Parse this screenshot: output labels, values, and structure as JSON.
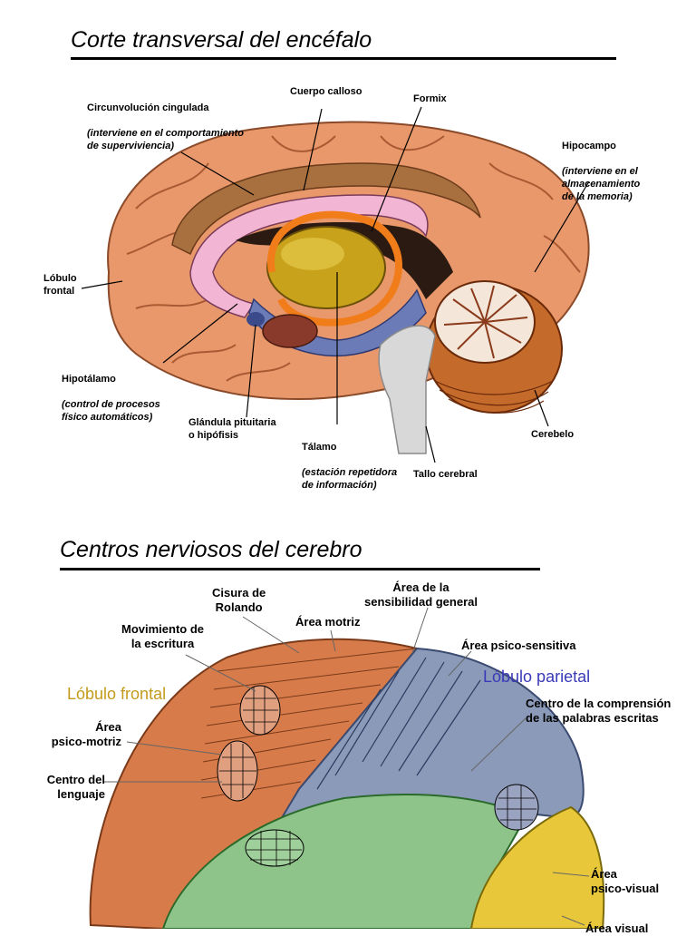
{
  "section1": {
    "title": "Corte transversal del encéfalo",
    "labels": {
      "circunvolucion": "Circunvolución cingulada",
      "circunvolucion_note": "(interviene en el comportamiento\nde superviviencia)",
      "cuerpo_calloso": "Cuerpo calloso",
      "formix": "Formix",
      "hipocampo": "Hipocampo",
      "hipocampo_note": "(interviene en el\nalmacenamiento\nde la memoria)",
      "lobulo_frontal": "Lóbulo\nfrontal",
      "hipotalamo": "Hipotálamo",
      "hipotalamo_note": "(control de procesos\nfísico automáticos)",
      "glandula": "Glándula pituitaria\no hipófisis",
      "talamo": "Tálamo",
      "talamo_note": "(estación repetidora\nde información)",
      "tallo": "Tallo cerebral",
      "cerebelo": "Cerebelo"
    }
  },
  "section2": {
    "title": "Centros nerviosos del cerebro",
    "labels": {
      "cisura": "Cisura de\nRolando",
      "sensibilidad": "Área de la\nsensibilidad general",
      "motriz": "Área motriz",
      "movimiento": "Movimiento de\nla escritura",
      "psico_sensitiva": "Área psico-sensitiva",
      "lobulo_frontal": "Lóbulo frontal",
      "lobulo_parietal": "Lóbulo parietal",
      "comprension": "Centro de la comprensión\nde las palabras escritas",
      "psico_motriz": "Área\npsico-motriz",
      "lenguaje": "Centro del\nlenguaje",
      "psico_visual": "Área\npsico-visual",
      "visual": "Área visual"
    },
    "colors": {
      "frontal_text": "#c49a1a",
      "parietal_text": "#3a3ab8"
    }
  }
}
